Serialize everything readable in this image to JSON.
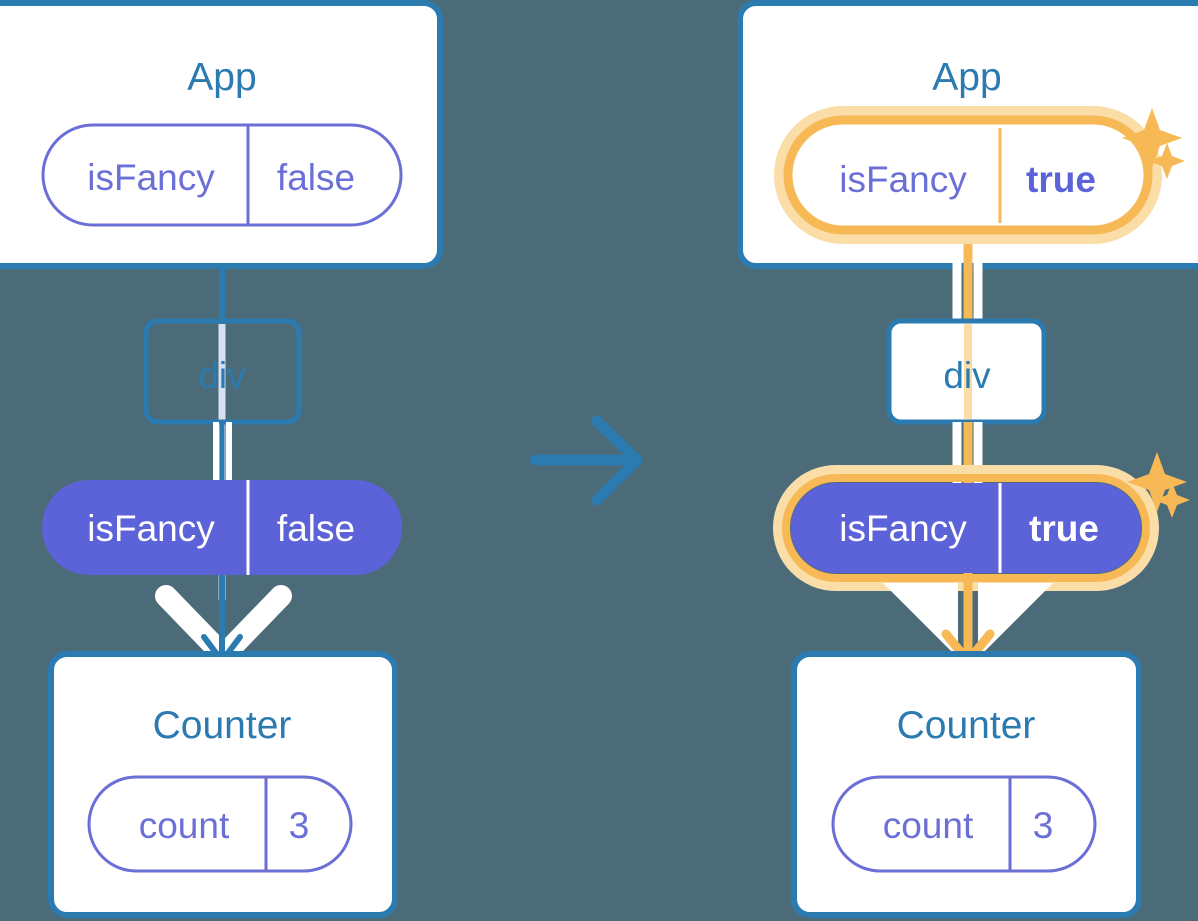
{
  "diagram": {
    "type": "state-propagation-diagram",
    "background_color": "#4c6b79",
    "transition_arrow": {
      "name": "right-arrow",
      "color": "#2b7ab0",
      "direction": "right"
    },
    "colors": {
      "box_border": "#2b7ab0",
      "box_fill": "#ffffff",
      "title_text": "#2b7ab0",
      "pill_outline": "#6b6fd6",
      "pill_filled": "#5c63d8",
      "pill_filled_text": "#ffffff",
      "highlight": "#f5b councils",
      "highlight_orange": "#f7b955",
      "highlight_orange_soft": "#fbdda8",
      "wire_blue": "#2b7ab0",
      "wire_light": "#d6e0f2",
      "wire_white": "#ffffff"
    },
    "panels": [
      {
        "id": "before",
        "side": "left",
        "highlighted": false,
        "nodes": [
          {
            "id": "app",
            "kind": "component-box",
            "title": "App",
            "pill": {
              "key": "isFancy",
              "value": "false",
              "style": "outline",
              "highlighted": false,
              "bold_value": false
            }
          },
          {
            "id": "div",
            "kind": "element-box",
            "title": "div",
            "pill": null
          },
          {
            "id": "prop",
            "kind": "prop-pill",
            "pill": {
              "key": "isFancy",
              "value": "false",
              "style": "filled",
              "highlighted": false,
              "bold_value": false
            }
          },
          {
            "id": "counter",
            "kind": "component-box",
            "title": "Counter",
            "pill": {
              "key": "count",
              "value": "3",
              "style": "outline",
              "highlighted": false,
              "bold_value": false
            }
          }
        ],
        "wires": [
          {
            "from": "app",
            "to": "div",
            "color": "#2b7ab0"
          },
          {
            "from": "div",
            "to": "prop",
            "color": "#d6e0f2"
          },
          {
            "from": "prop",
            "to": "counter",
            "color": "#2b7ab0",
            "arrowhead": true
          }
        ],
        "sparkles": []
      },
      {
        "id": "after",
        "side": "right",
        "highlighted": true,
        "nodes": [
          {
            "id": "app",
            "kind": "component-box",
            "title": "App",
            "pill": {
              "key": "isFancy",
              "value": "true",
              "style": "outline",
              "highlighted": true,
              "bold_value": true
            }
          },
          {
            "id": "div",
            "kind": "element-box",
            "title": "div",
            "pill": null
          },
          {
            "id": "prop",
            "kind": "prop-pill",
            "pill": {
              "key": "isFancy",
              "value": "true",
              "style": "filled",
              "highlighted": true,
              "bold_value": true
            }
          },
          {
            "id": "counter",
            "kind": "component-box",
            "title": "Counter",
            "pill": {
              "key": "count",
              "value": "3",
              "style": "outline",
              "highlighted": false,
              "bold_value": false
            }
          }
        ],
        "wires": [
          {
            "from": "app",
            "to": "div",
            "color": "#f7b955"
          },
          {
            "from": "div",
            "to": "prop",
            "color": "#f7b955"
          },
          {
            "from": "prop",
            "to": "counter",
            "color": "#f7b955",
            "arrowhead": true
          }
        ],
        "sparkles": [
          {
            "near": "app-pill",
            "size": "large"
          },
          {
            "near": "app-pill",
            "size": "small"
          },
          {
            "near": "prop-pill",
            "size": "large"
          },
          {
            "near": "prop-pill",
            "size": "small"
          }
        ]
      }
    ]
  },
  "labels": {
    "app": "App",
    "div": "div",
    "counter": "Counter",
    "isFancy": "isFancy",
    "count": "count",
    "false": "false",
    "true": "true",
    "three": "3"
  }
}
